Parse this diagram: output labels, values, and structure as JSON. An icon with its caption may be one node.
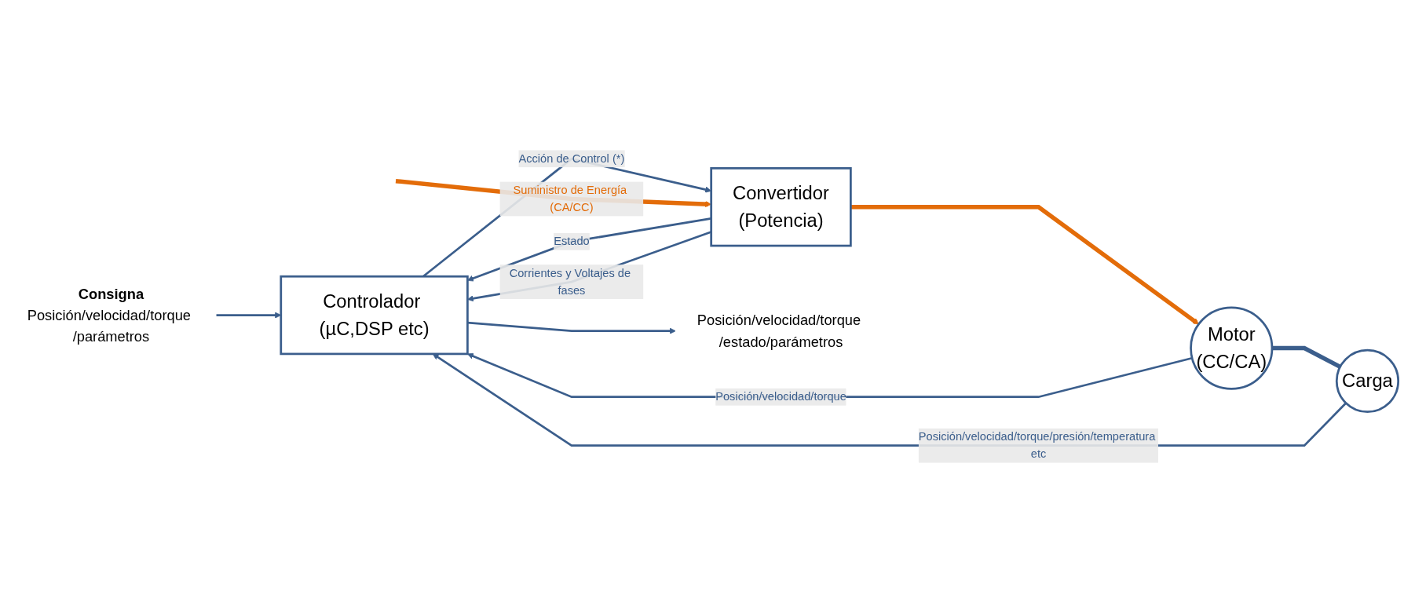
{
  "diagram": {
    "nodes": [
      {
        "text": [
          "Controlador (µC,DSP etc)"
        ]
      },
      {
        "text": [
          "Convertidor",
          "(Potencia)"
        ]
      },
      {
        "text": [
          "Motor",
          "(CC/CA)"
        ]
      },
      {
        "text": [
          "Carga"
        ]
      },
      {
        "text": [
          "Consigna",
          "Posición/velocidad/torque /parámetros"
        ]
      },
      {
        "text": [
          "Posición/velocidad/torque /estado/parámetros"
        ]
      }
    ],
    "edges": [
      {
        "from": 4,
        "to": 0,
        "arrow": "to"
      },
      {
        "from": 0,
        "to": 5,
        "arrow": "to"
      },
      {
        "from": 0,
        "to": 1,
        "arrow": "to",
        "label": "Acción de Control (*)"
      },
      {
        "from": 1,
        "to": 0,
        "arrow": "to",
        "label": "Estado"
      },
      {
        "from": 1,
        "to": 0,
        "arrow": "to",
        "label": "Corrientes y Voltajes de fases"
      },
      {
        "from": null,
        "to": 1,
        "arrow": "to",
        "label": "Suministro de Energía (CA/CC)",
        "style": "thick",
        "color": "#e36c09"
      },
      {
        "from": 1,
        "to": 2,
        "arrow": "to",
        "style": "thick",
        "color": "#e36c09"
      },
      {
        "from": 2,
        "to": 3,
        "arrow": "none",
        "style": "thick"
      },
      {
        "from": 2,
        "to": 0,
        "arrow": "to",
        "label": "Posición/velocidad/torque"
      },
      {
        "from": 3,
        "to": 0,
        "arrow": "to",
        "label": "Posición/velocidad/torque/presión/temperatura etc"
      }
    ]
  }
}
